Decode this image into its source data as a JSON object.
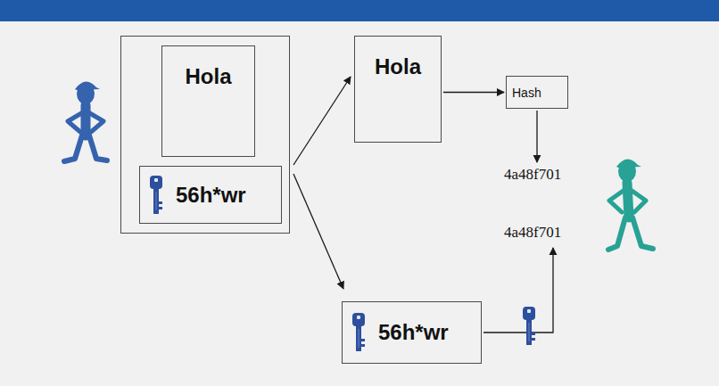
{
  "diagram": {
    "nodes": [
      {
        "text": []
      },
      {
        "text": [
          "Hola"
        ],
        "in": 0
      },
      {
        "text": [
          "56h*wr"
        ],
        "in": 0
      },
      {
        "text": [
          "Hola"
        ]
      },
      {
        "text": [
          "Hash"
        ]
      },
      {
        "text": [
          "4a48f701"
        ]
      },
      {
        "text": [
          "4a48f701"
        ]
      },
      {
        "text": [
          "56h*wr"
        ]
      }
    ],
    "edges": [
      {
        "from": 0,
        "to": 3,
        "arrow": "to"
      },
      {
        "from": 0,
        "to": 7,
        "arrow": "to"
      },
      {
        "from": 3,
        "to": 4,
        "arrow": "to"
      },
      {
        "from": 4,
        "to": 5,
        "arrow": "to"
      },
      {
        "from": 7,
        "to": 6,
        "arrow": "to"
      }
    ]
  }
}
